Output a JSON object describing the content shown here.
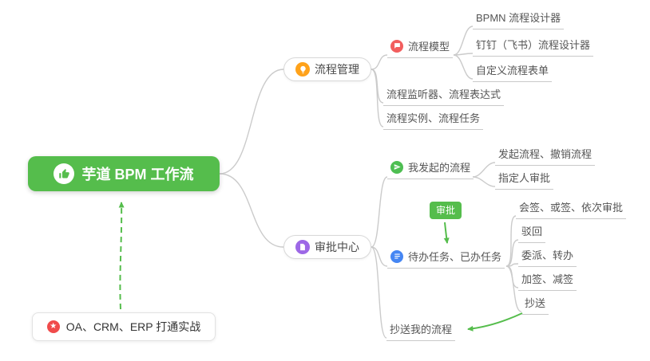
{
  "root": {
    "label": "芋道 BPM 工作流",
    "icon": "thumbs-up-icon"
  },
  "footer": {
    "label": "OA、CRM、ERP 打通实战",
    "icon": "star-icon"
  },
  "edge_badge": {
    "label": "审批"
  },
  "process": {
    "label": "流程管理",
    "icon": "lightbulb-icon",
    "model": {
      "label": "流程模型",
      "icon": "flow-model-icon",
      "children": [
        "BPMN 流程设计器",
        "钉钉（飞书）流程设计器",
        "自定义流程表单"
      ]
    },
    "listener": "流程监听器、流程表达式",
    "instance": "流程实例、流程任务"
  },
  "approval": {
    "label": "审批中心",
    "icon": "document-icon",
    "my_flows": {
      "label": "我发起的流程",
      "icon": "send-icon",
      "children": [
        "发起流程、撤销流程",
        "指定人审批"
      ]
    },
    "tasks": {
      "label": "待办任务、已办任务",
      "icon": "checklist-icon",
      "children": [
        "会签、或签、依次审批",
        "驳回",
        "委派、转办",
        "加签、减签",
        "抄送"
      ]
    },
    "cc_flows": "抄送我的流程"
  },
  "colors": {
    "root_bg": "#55BD4C",
    "badge_bg": "#55BD4C",
    "arrow_green": "#55BD4C",
    "connector_gray": "#CBCBCB",
    "leaf_underline": "#C9C9C9",
    "node_border": "#D9D9D9",
    "footer_border": "#E2E2E2",
    "text_dark": "#4A4A4A",
    "icon_orange": "#FFA21A",
    "icon_red": "#F25E5E",
    "icon_green": "#4EBE52",
    "icon_blue": "#4586F3",
    "icon_purple": "#9D68E6",
    "icon_star_red": "#F04B4B"
  }
}
